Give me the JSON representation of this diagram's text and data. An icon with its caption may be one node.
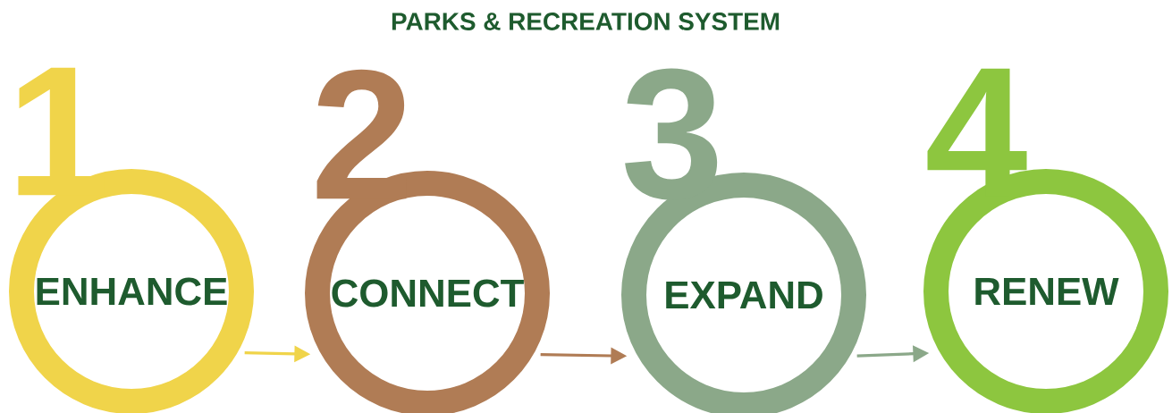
{
  "diagram": {
    "title": "PARKS & RECREATION SYSTEM",
    "nodes": [
      {
        "text": [
          "ENHANCE"
        ],
        "beside": [
          "1"
        ]
      },
      {
        "text": [
          "CONNECT"
        ],
        "beside": [
          "2"
        ]
      },
      {
        "text": [
          "EXPAND"
        ],
        "beside": [
          "3"
        ]
      },
      {
        "text": [
          "RENEW"
        ],
        "beside": [
          "4"
        ]
      }
    ],
    "edges": [
      {
        "from": 0,
        "to": 1,
        "arrow": "to",
        "color": "#f0d44a"
      },
      {
        "from": 1,
        "to": 2,
        "arrow": "to",
        "color": "#b07c55"
      },
      {
        "from": 2,
        "to": 3,
        "arrow": "to",
        "color": "#8ba889"
      }
    ]
  }
}
